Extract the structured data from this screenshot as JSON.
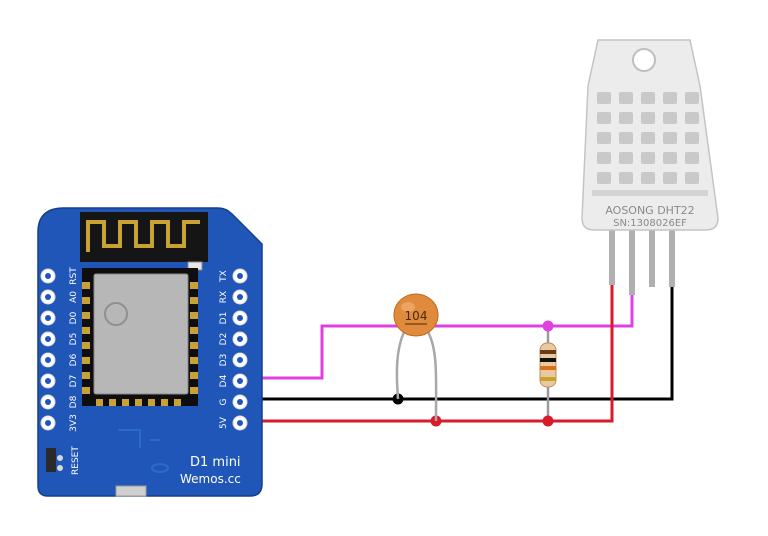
{
  "board": {
    "name_line1": "D1 mini",
    "name_line2": "Wemos.cc",
    "reset_label": "RESET",
    "pins_left": [
      "RST",
      "A0",
      "D0",
      "D5",
      "D6",
      "D7",
      "D8",
      "3V3"
    ],
    "pins_right": [
      "TX",
      "RX",
      "D1",
      "D2",
      "D3",
      "D4",
      "G",
      "5V"
    ]
  },
  "sensor": {
    "brand_line": "AOSONG DHT22",
    "serial_line": "SN:1308026EF"
  },
  "capacitor": {
    "code": "104"
  },
  "colors": {
    "board_blue": "#1f56b8",
    "data_wire": "#e040e0",
    "ground_wire": "#000000",
    "power_wire": "#d81b2a",
    "capacitor_body": "#e08a3c"
  }
}
